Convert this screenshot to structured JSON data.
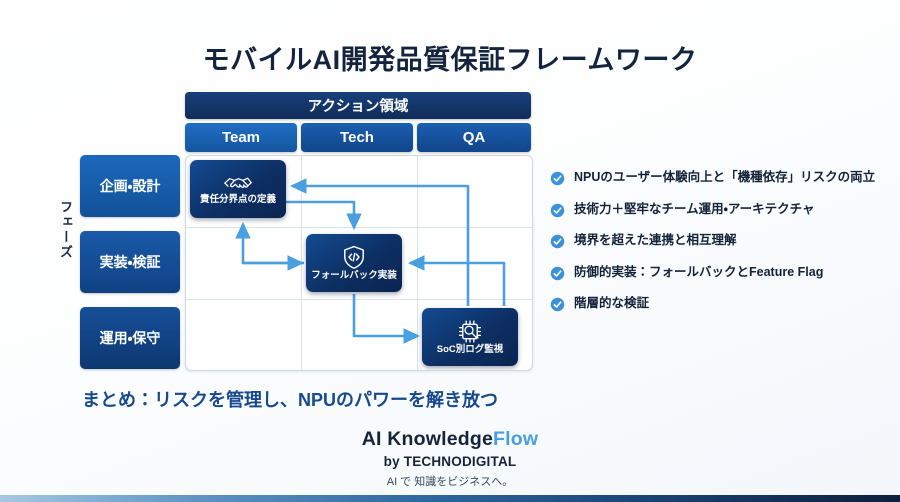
{
  "slide": {
    "title": "モバイルAI開発品質保証フレームワーク",
    "summary": "まとめ：リスクを管理し、NPUのパワーを解き放つ"
  },
  "matrix": {
    "action_domain_label": "アクション領域",
    "phase_label": "フェーズ",
    "columns": [
      {
        "label": "Team"
      },
      {
        "label": "Tech"
      },
      {
        "label": "QA"
      }
    ],
    "rows": [
      {
        "label": "企画・設計"
      },
      {
        "label": "実装・検証"
      },
      {
        "label": "運用・保守"
      }
    ],
    "nodes": [
      {
        "label": "責任分界点の定義",
        "icon": "handshake-icon",
        "row": "企画・設計",
        "column": "Team"
      },
      {
        "label": "フォールバック実装",
        "icon": "shield-code-icon",
        "row": "実装・検証",
        "column": "Tech"
      },
      {
        "label": "SoC別ログ監視",
        "icon": "chip-magnifier-icon",
        "row": "運用・保守",
        "column": "QA"
      }
    ]
  },
  "bullets": [
    {
      "text": "NPUのユーザー体験向上と「機種依存」リスクの両立"
    },
    {
      "text": "技術力＋堅牢なチーム運用・アーキテクチャ"
    },
    {
      "text": "境界を超えた連携と相互理解"
    },
    {
      "text": "防御的実装：フォールバックとFeature Flag"
    },
    {
      "text": "階層的な検証"
    }
  ],
  "footer": {
    "brand_main": "AI Knowledge",
    "brand_accent": "Flow",
    "byline": "by TECHNODIGITAL",
    "tagline": "AI で 知識をビジネスへ。"
  },
  "colors": {
    "title": "#14243f",
    "header_dark": "#102c59",
    "column_blue": "#14559f",
    "node_navy": "#0d2f63",
    "arrow_blue": "#4a9fe0",
    "accent": "#4a9fe0",
    "summary": "#17498e"
  }
}
